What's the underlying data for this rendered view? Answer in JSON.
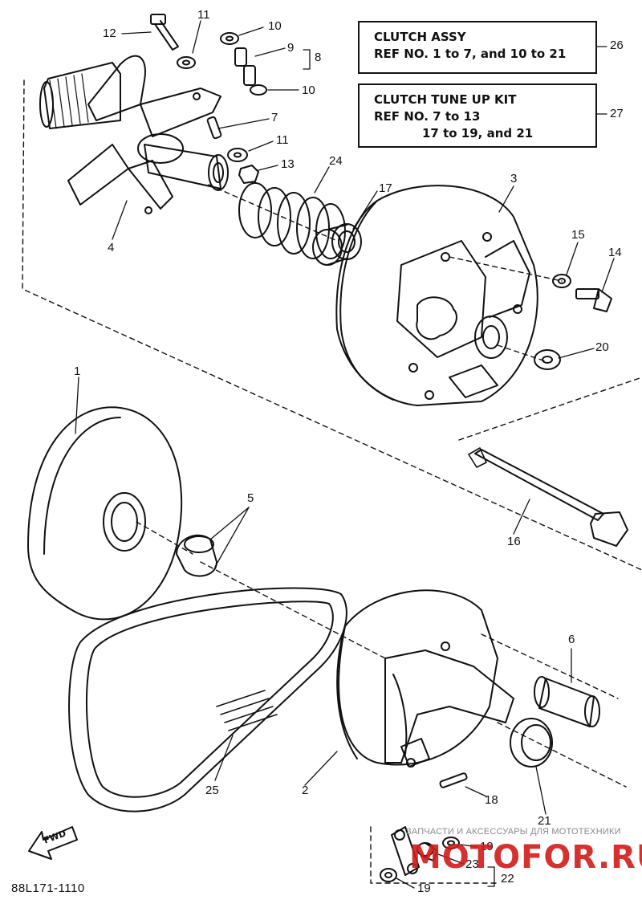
{
  "boxes": {
    "clutch_assy": {
      "line1": "CLUTCH ASSY",
      "line2": "REF NO. 1 to 7, and 10 to 21",
      "ref": "26"
    },
    "tune_up_kit": {
      "line1": "CLUTCH TUNE UP KIT",
      "line2": "REF NO. 7 to 13",
      "line3": "17 to 19, and 21",
      "ref": "27"
    }
  },
  "callouts": {
    "n1": "1",
    "n2": "2",
    "n3": "3",
    "n4": "4",
    "n5": "5",
    "n6": "6",
    "n7": "7",
    "n8": "8",
    "n9": "9",
    "n10a": "10",
    "n10b": "10",
    "n11a": "11",
    "n11b": "11",
    "n12": "12",
    "n13": "13",
    "n14": "14",
    "n15": "15",
    "n16": "16",
    "n17": "17",
    "n18": "18",
    "n19a": "19",
    "n19b": "19",
    "n20": "20",
    "n21": "21",
    "n22": "22",
    "n23": "23",
    "n24": "24",
    "n25": "25"
  },
  "fwd_label": "FWD",
  "diagram_code": "88L171-1110",
  "watermark": {
    "top": "ЗАПЧАСТИ И АКСЕССУАРЫ ДЛЯ МОТОТЕХНИКИ",
    "brand": "MOTOFOR.RU"
  }
}
